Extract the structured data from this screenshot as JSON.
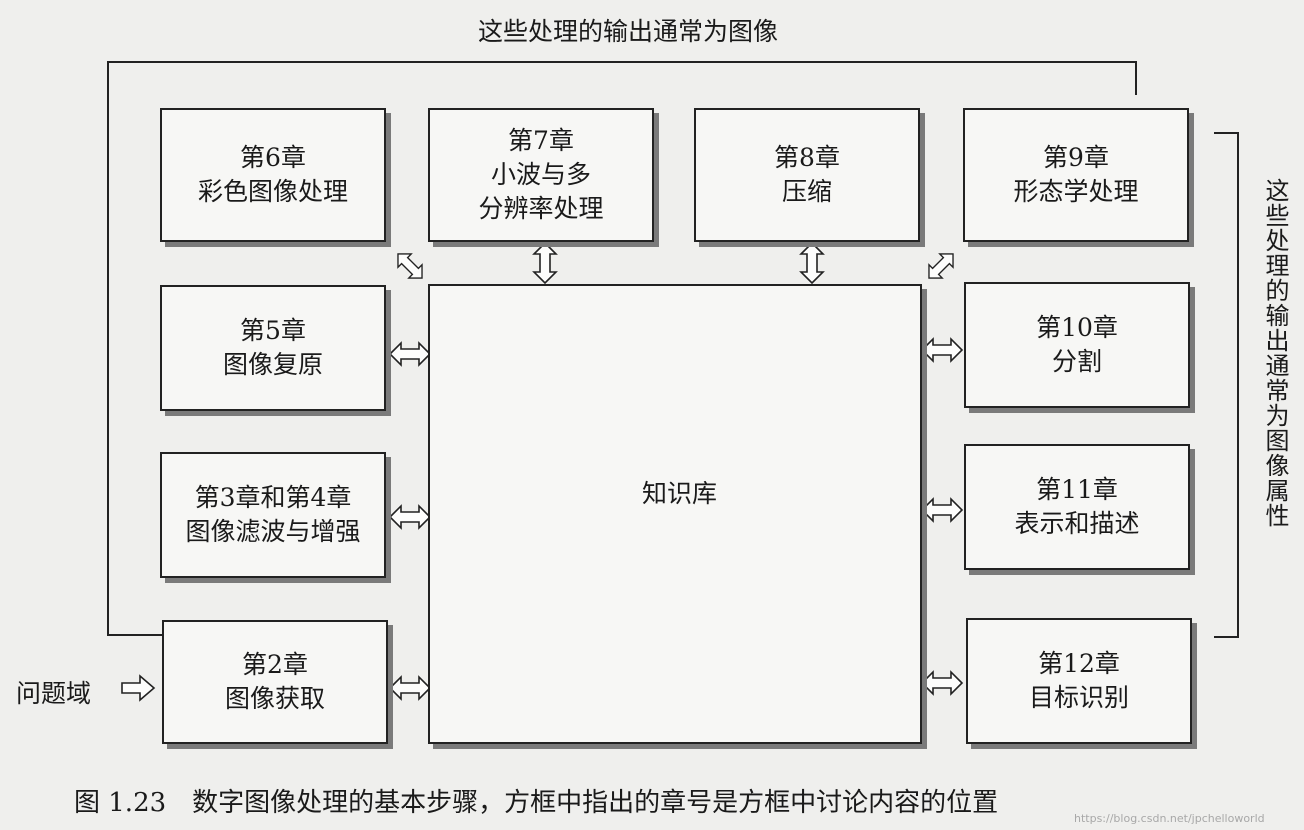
{
  "top_label": "这些处理的输出通常为图像",
  "side_label": "这些处理的输出通常为图像属性",
  "problem_domain": "问题域",
  "knowledge_base": "知识库",
  "chapters": {
    "ch6": {
      "line1": "第6章",
      "line2": "彩色图像处理"
    },
    "ch7": {
      "line1": "第7章",
      "line2": "小波与多",
      "line3": "分辨率处理"
    },
    "ch8": {
      "line1": "第8章",
      "line2": "压缩"
    },
    "ch9": {
      "line1": "第9章",
      "line2": "形态学处理"
    },
    "ch5": {
      "line1": "第5章",
      "line2": "图像复原"
    },
    "ch34": {
      "line1": "第3章和第4章",
      "line2": "图像滤波与增强"
    },
    "ch2": {
      "line1": "第2章",
      "line2": "图像获取"
    },
    "ch10": {
      "line1": "第10章",
      "line2": "分割"
    },
    "ch11": {
      "line1": "第11章",
      "line2": "表示和描述"
    },
    "ch12": {
      "line1": "第12章",
      "line2": "目标识别"
    }
  },
  "caption": "图 1.23　数字图像处理的基本步骤，方框中指出的章号是方框中讨论内容的位置",
  "watermark": "https://blog.csdn.net/jpchelloworld"
}
